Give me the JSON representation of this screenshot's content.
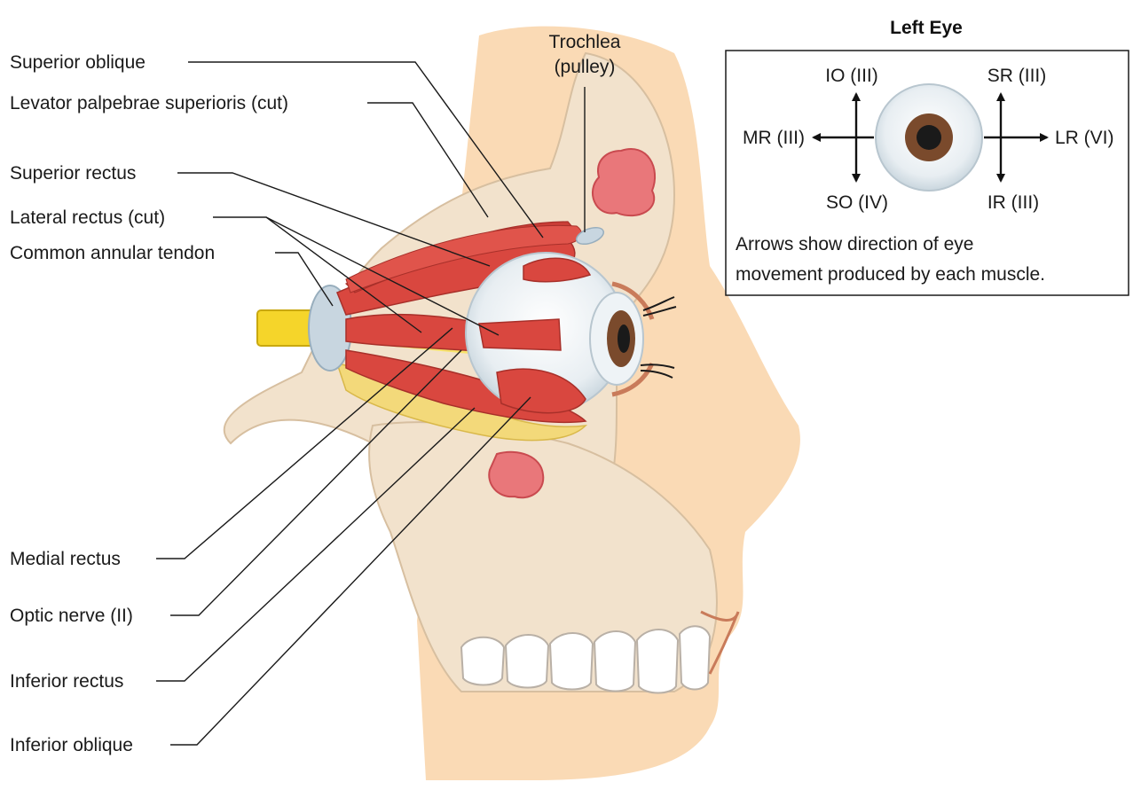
{
  "labels": {
    "superior_oblique": "Superior oblique",
    "levator": "Levator palpebrae superioris (cut)",
    "superior_rectus": "Superior rectus",
    "lateral_rectus": "Lateral rectus (cut)",
    "annular_tendon": "Common annular tendon",
    "trochlea_line1": "Trochlea",
    "trochlea_line2": "(pulley)",
    "medial_rectus": "Medial rectus",
    "optic_nerve": "Optic nerve (II)",
    "inferior_rectus": "Inferior rectus",
    "inferior_oblique": "Inferior oblique"
  },
  "inset": {
    "title": "Left Eye",
    "io": "IO (III)",
    "sr": "SR (III)",
    "mr": "MR (III)",
    "lr": "LR (VI)",
    "so": "SO (IV)",
    "ir": "IR (III)",
    "caption_line1": "Arrows show direction of eye",
    "caption_line2": "movement produced by each muscle."
  },
  "colors": {
    "bone": "#f2e2cc",
    "skin": "#f9d3a8",
    "muscle": "#d9473f",
    "nerve": "#f5d52a",
    "fat": "#f3d97a",
    "iris": "#7a4a2c"
  }
}
